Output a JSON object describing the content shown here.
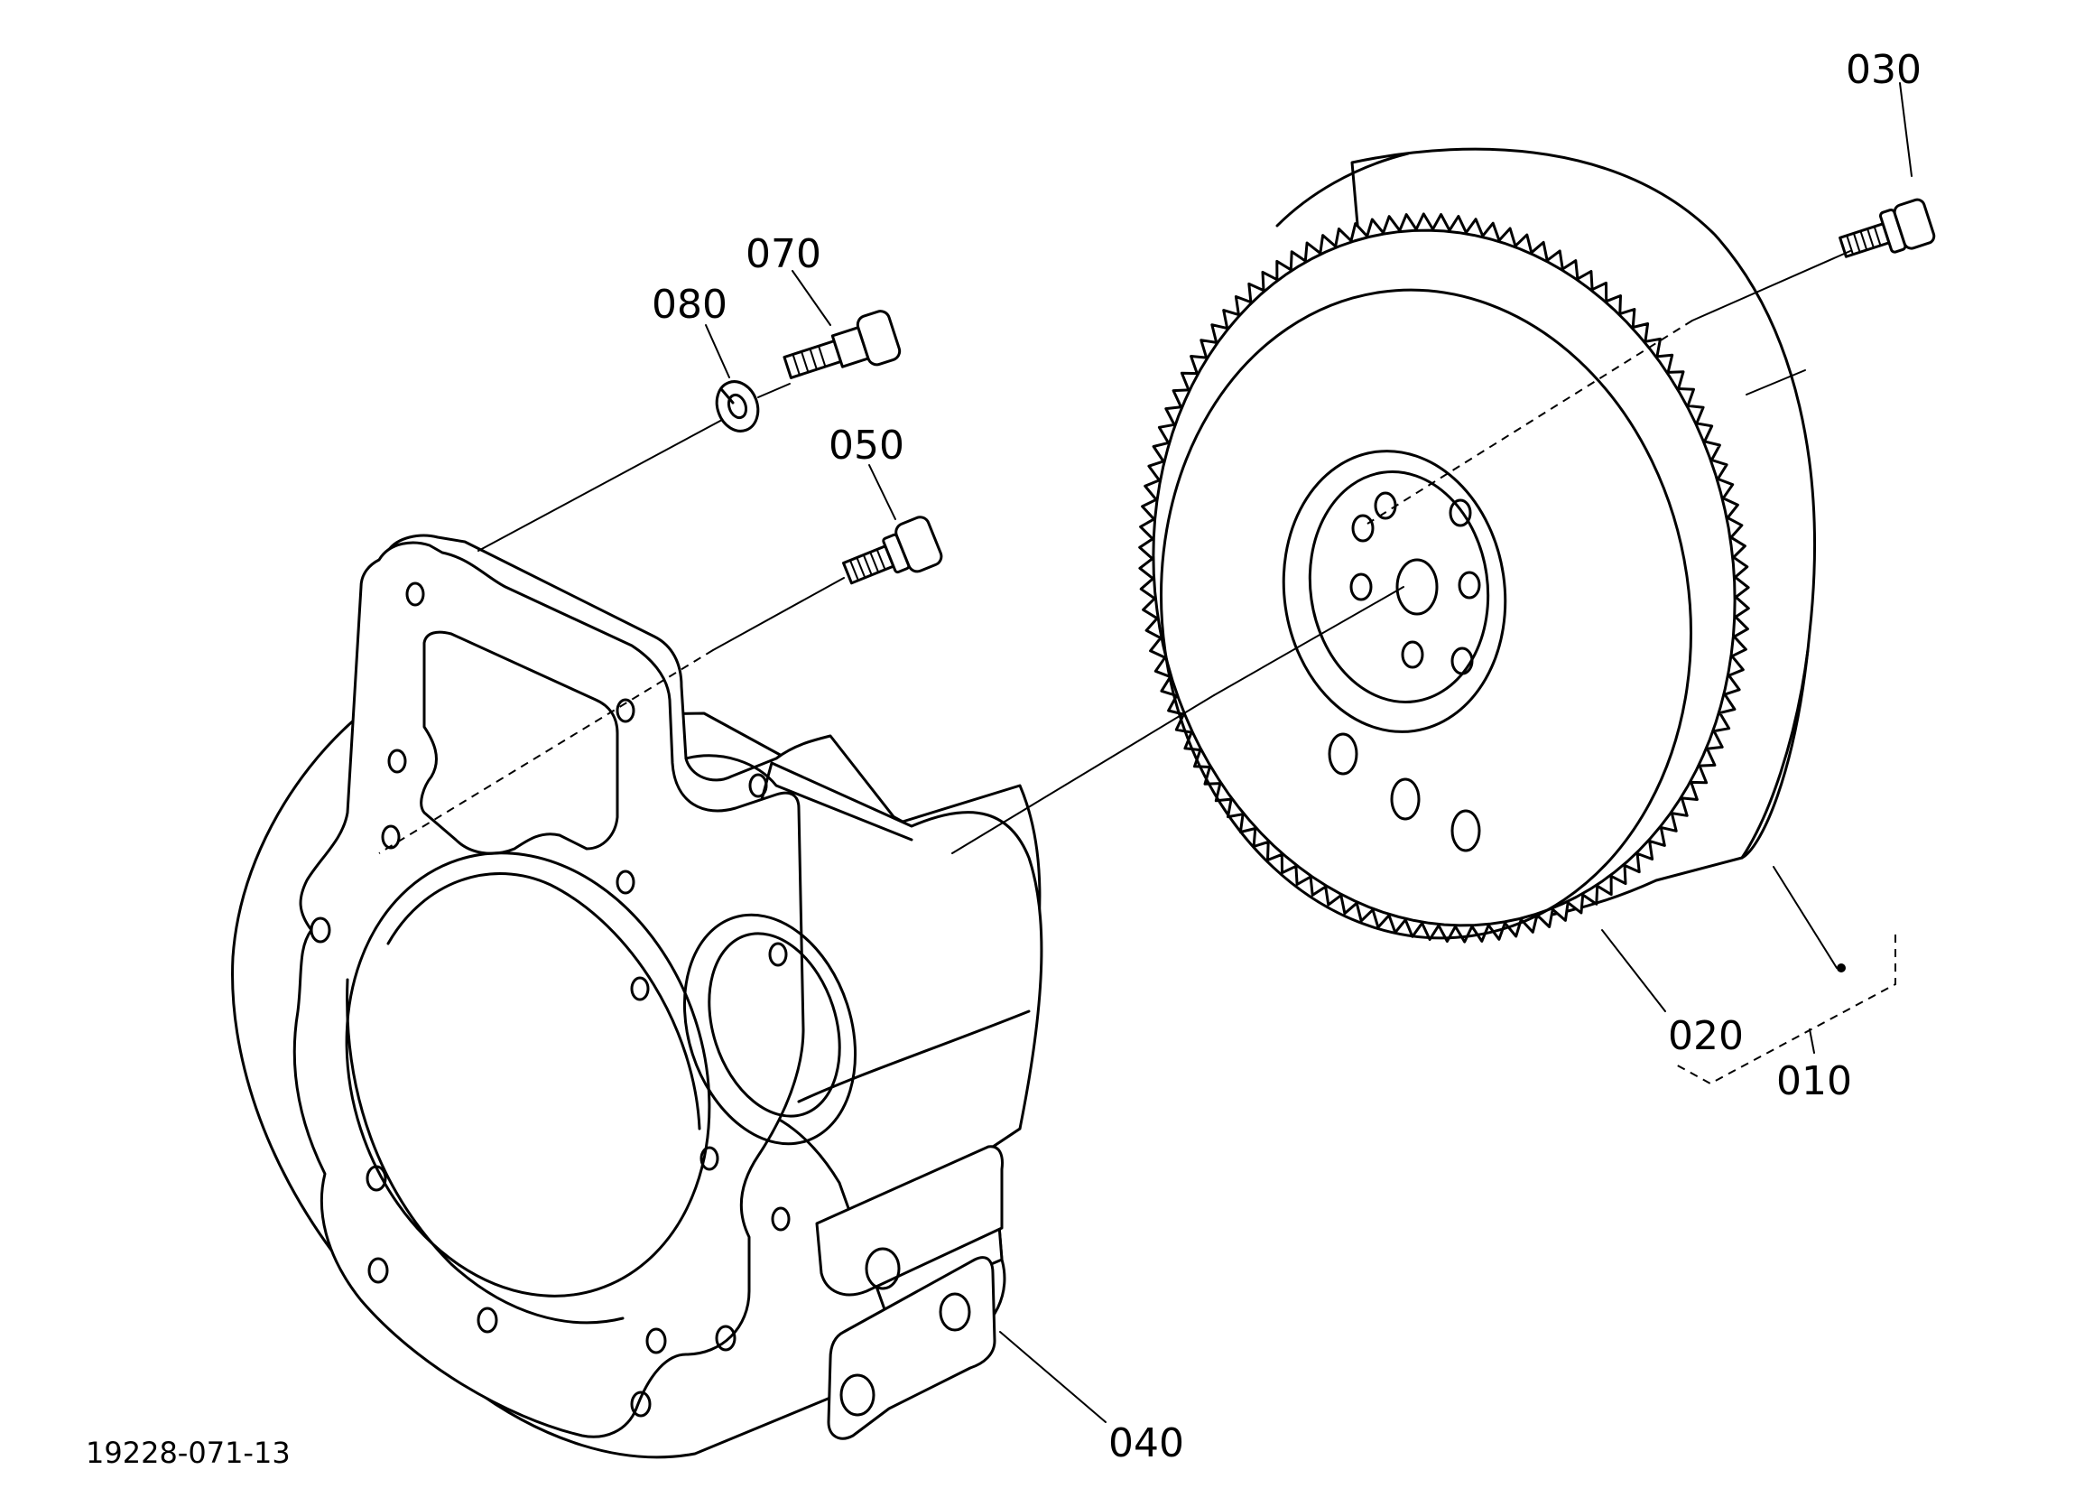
{
  "diagram": {
    "drawing_number": "19228-071-13",
    "callouts": [
      {
        "id": "c010",
        "text": "010"
      },
      {
        "id": "c020",
        "text": "020"
      },
      {
        "id": "c030",
        "text": "030"
      },
      {
        "id": "c040",
        "text": "040"
      },
      {
        "id": "c050",
        "text": "050"
      },
      {
        "id": "c070",
        "text": "070"
      },
      {
        "id": "c080",
        "text": "080"
      }
    ],
    "line_color": "#000000",
    "background_color": "#ffffff"
  }
}
